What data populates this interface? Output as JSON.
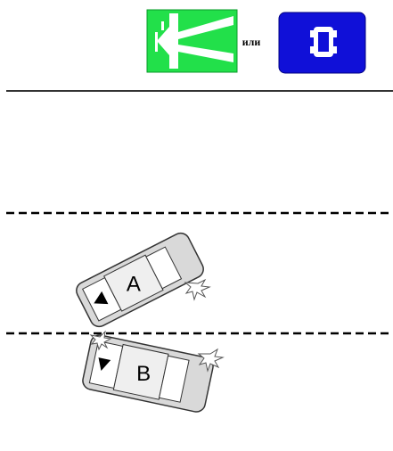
{
  "signs": {
    "connector_text": "или",
    "left_sign": {
      "icon": "lane-direction-sign-icon",
      "color": "#22e04a"
    },
    "right_sign": {
      "icon": "car-service-sign-icon",
      "color": "#1010d8"
    }
  },
  "road": {
    "edge_color": "#000000",
    "lane_marking": "dashed"
  },
  "vehicles": [
    {
      "label": "A",
      "body_color": "#d9d9d9"
    },
    {
      "label": "B",
      "body_color": "#d9d9d9"
    }
  ]
}
